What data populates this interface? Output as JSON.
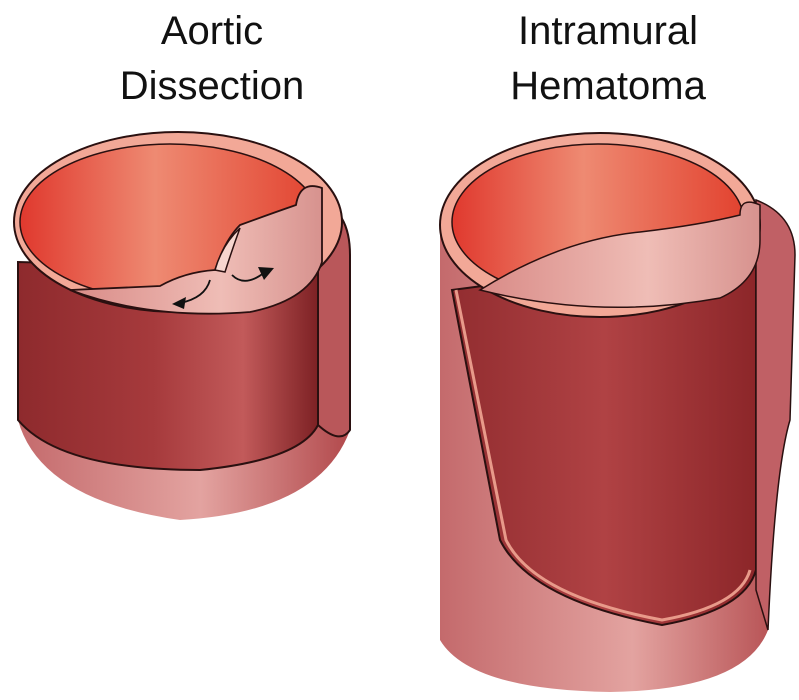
{
  "panels": [
    {
      "line1": "Aortic",
      "line2": "Dissection"
    },
    {
      "line1": "Intramural",
      "line2": "Hematoma"
    }
  ],
  "colors": {
    "outer_wall_dark": "#7a1f22",
    "outer_wall_mid": "#a8373a",
    "outer_wall_light": "#d58a88",
    "lumen_red": "#e2483a",
    "lumen_light": "#f2a58c",
    "flap_pink": "#eab3ad",
    "rim": "#f0a493",
    "outline": "#2a1010"
  }
}
